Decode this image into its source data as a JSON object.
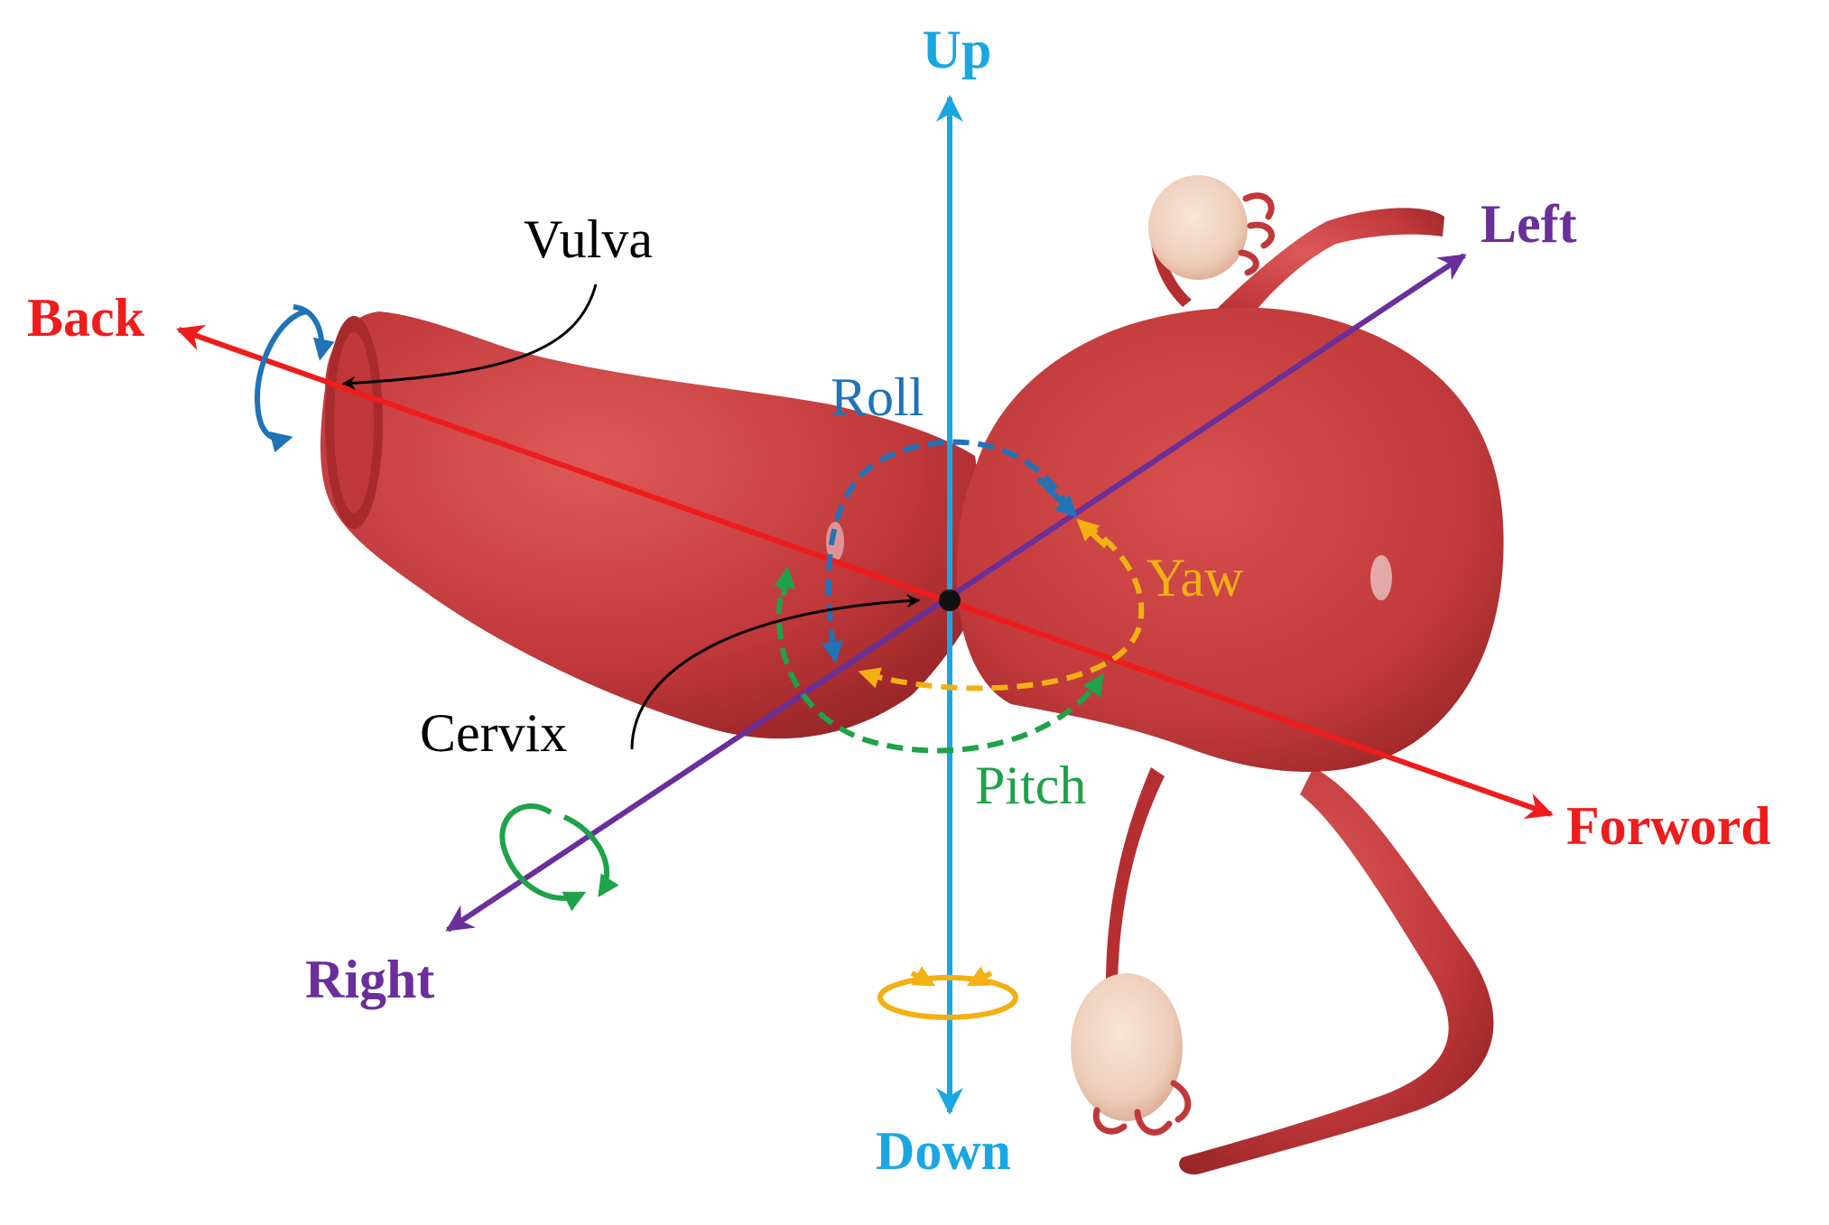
{
  "labels": {
    "up": "Up",
    "down": "Down",
    "left": "Left",
    "right": "Right",
    "back": "Back",
    "forward": "Forword",
    "roll": "Roll",
    "yaw": "Yaw",
    "pitch": "Pitch",
    "vulva": "Vulva",
    "cervix": "Cervix"
  },
  "colors": {
    "up_down_axis": "#1aa7e1",
    "back_forward_axis": "#ee1c1c",
    "left_right_axis": "#6a2f9a",
    "roll": "#1f73b7",
    "yaw": "#f2b013",
    "pitch": "#1ea24a",
    "annotation": "#000000",
    "organ": "#c0383a",
    "ovary": "#f0d3c0"
  }
}
